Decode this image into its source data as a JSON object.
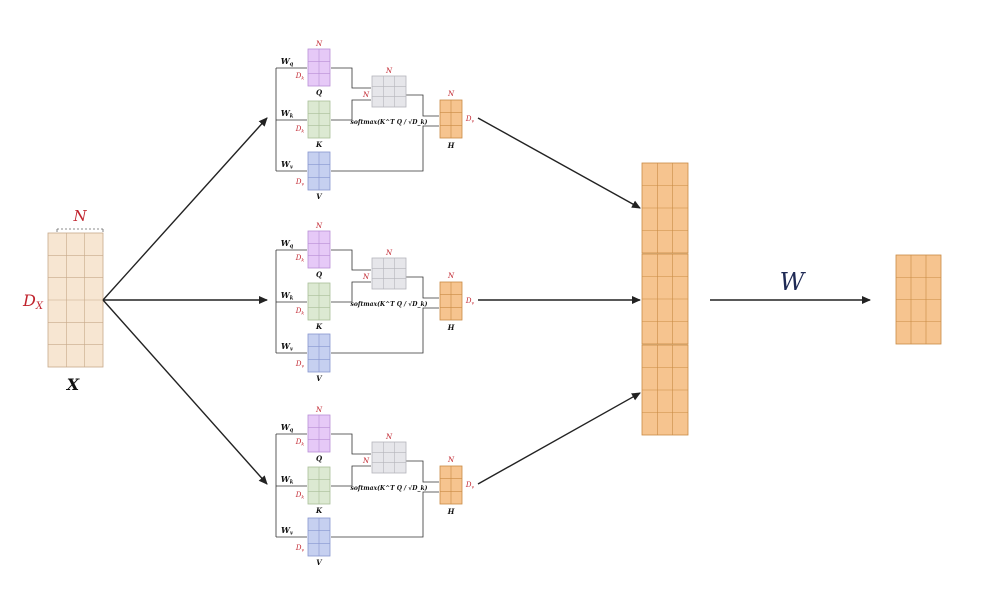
{
  "input": {
    "name": "X",
    "width_label": "N",
    "height_label": "D_X",
    "color": "#f7e6d2"
  },
  "head_labels": {
    "wq": "W_q",
    "wk": "W_k",
    "wv": "W_v",
    "n": "N",
    "dk": "D_k",
    "dv": "D_v",
    "q": "Q",
    "k": "K",
    "v": "V",
    "h": "H",
    "softmax": "softmax(K^T Q / √D_k)"
  },
  "heads_count": 3,
  "concat": {
    "color": "#f6c48f",
    "border": "#c98b44"
  },
  "projection": {
    "name": "W"
  },
  "output": {
    "color": "#f6c48f"
  },
  "colors": {
    "q_fill": "#e6c9f7",
    "k_fill": "#dce9d2",
    "v_fill": "#c6d0f0",
    "attn_fill": "#e6e6ea",
    "dim_text": "#c0222c"
  }
}
